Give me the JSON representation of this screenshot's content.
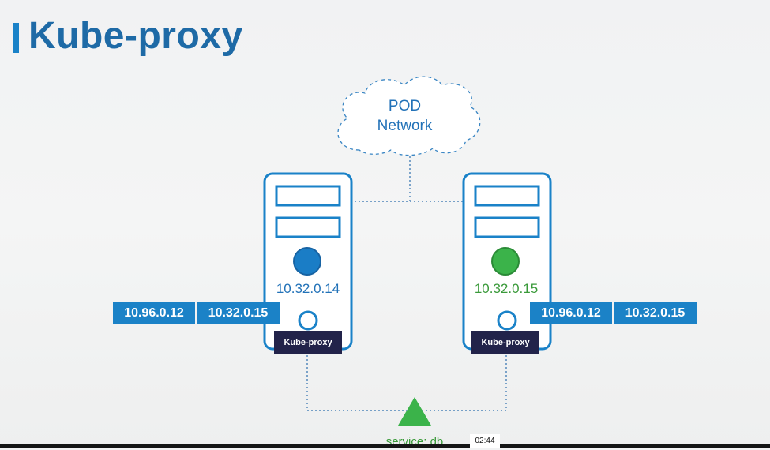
{
  "title": "Kube-proxy",
  "cloud": {
    "line1": "POD",
    "line2": "Network"
  },
  "nodes": [
    {
      "pod_ip": "10.32.0.14",
      "pod_color": "#1a7dc6",
      "label": "Kube-proxy"
    },
    {
      "pod_ip": "10.32.0.15",
      "pod_color": "#3bb34a",
      "label": "Kube-proxy"
    }
  ],
  "rules_left": [
    "10.96.0.12",
    "10.32.0.15"
  ],
  "rules_right": [
    "10.96.0.12",
    "10.32.0.15"
  ],
  "service": {
    "label": "service: db",
    "color": "#3bb34a"
  },
  "player": {
    "time": "02:44"
  },
  "colors": {
    "accent": "#1a82c8",
    "title": "#1e6aa6",
    "dark": "#22234a"
  }
}
